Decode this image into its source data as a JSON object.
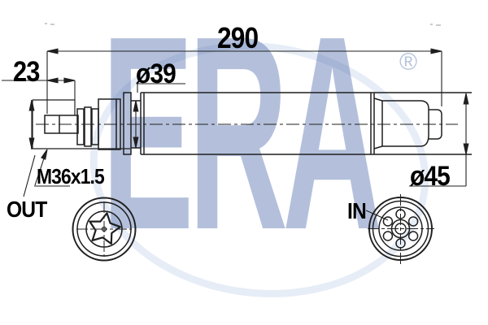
{
  "watermark": {
    "brand": "ERA",
    "registered_mark": "®"
  },
  "dimensions": {
    "overall_length": "290",
    "outlet_port_length": "23",
    "neck_diameter": "ø39",
    "body_diameter": "ø45",
    "outlet_thread": "M36x1.5"
  },
  "ports": {
    "outlet_label": "OUT",
    "inlet_label": "IN"
  },
  "colors": {
    "line": "#1f1f1f",
    "text": "#000000",
    "watermark_blue": "#4c6aaa",
    "watermark_pale": "#e7edf7"
  }
}
